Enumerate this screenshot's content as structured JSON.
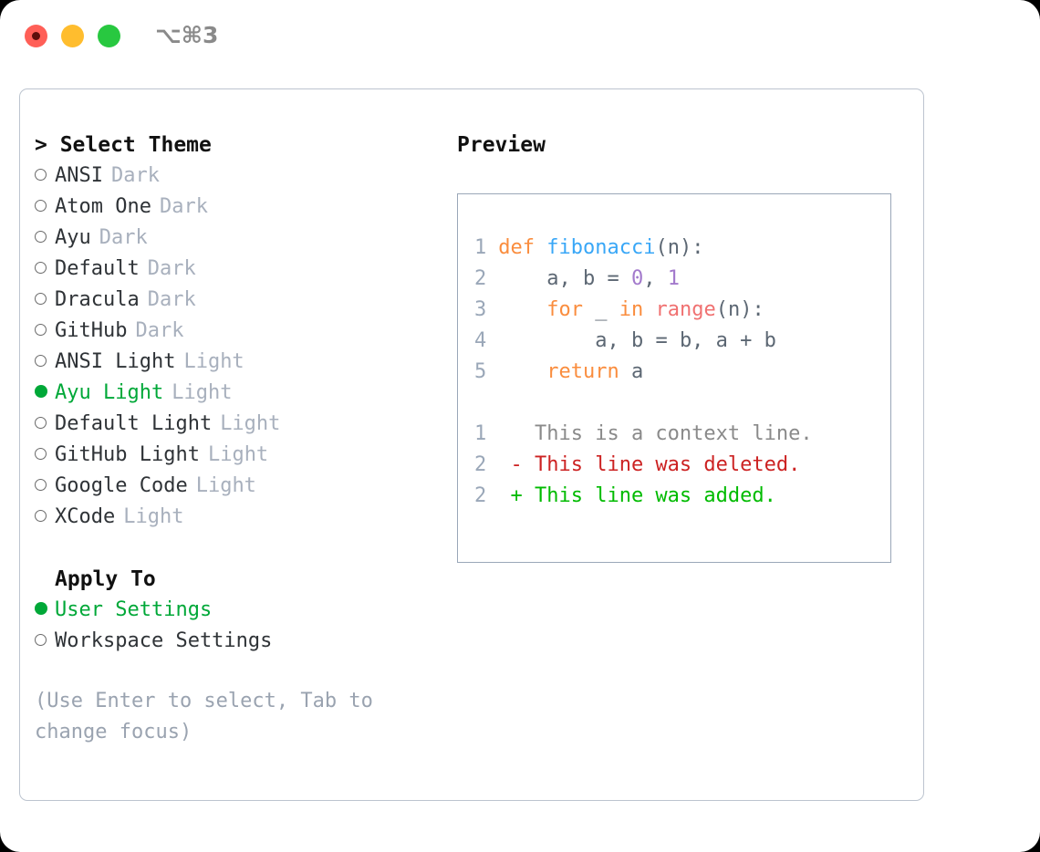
{
  "titlebar": {
    "shortcut": "⌥⌘3",
    "buttons": [
      "close",
      "minimize",
      "maximize"
    ]
  },
  "theme_picker": {
    "header": "> Select Theme",
    "options": [
      {
        "label": "ANSI",
        "tag": "Dark",
        "selected": false
      },
      {
        "label": "Atom One",
        "tag": "Dark",
        "selected": false
      },
      {
        "label": "Ayu",
        "tag": "Dark",
        "selected": false
      },
      {
        "label": "Default",
        "tag": "Dark",
        "selected": false
      },
      {
        "label": "Dracula",
        "tag": "Dark",
        "selected": false
      },
      {
        "label": "GitHub",
        "tag": "Dark",
        "selected": false
      },
      {
        "label": "ANSI Light",
        "tag": "Light",
        "selected": false
      },
      {
        "label": "Ayu Light",
        "tag": "Light",
        "selected": true
      },
      {
        "label": "Default Light",
        "tag": "Light",
        "selected": false
      },
      {
        "label": "GitHub Light",
        "tag": "Light",
        "selected": false
      },
      {
        "label": "Google Code",
        "tag": "Light",
        "selected": false
      },
      {
        "label": "XCode",
        "tag": "Light",
        "selected": false
      }
    ]
  },
  "apply_to": {
    "header": "Apply To",
    "options": [
      {
        "label": "User Settings",
        "selected": true
      },
      {
        "label": "Workspace Settings",
        "selected": false
      }
    ]
  },
  "hint": "(Use Enter to select, Tab to change focus)",
  "preview": {
    "header": "Preview",
    "code_lines": [
      {
        "num": "1",
        "tokens": [
          {
            "t": "def ",
            "c": "kw"
          },
          {
            "t": "fibonacci",
            "c": "fn"
          },
          {
            "t": "(n):",
            "c": "punc"
          }
        ]
      },
      {
        "num": "2",
        "tokens": [
          {
            "t": "    a, b ",
            "c": "var"
          },
          {
            "t": "= ",
            "c": "punc"
          },
          {
            "t": "0",
            "c": "num"
          },
          {
            "t": ", ",
            "c": "punc"
          },
          {
            "t": "1",
            "c": "num"
          }
        ]
      },
      {
        "num": "3",
        "tokens": [
          {
            "t": "    ",
            "c": "var"
          },
          {
            "t": "for ",
            "c": "kw"
          },
          {
            "t": "_ ",
            "c": "var"
          },
          {
            "t": "in ",
            "c": "kw"
          },
          {
            "t": "range",
            "c": "call"
          },
          {
            "t": "(n):",
            "c": "punc"
          }
        ]
      },
      {
        "num": "4",
        "tokens": [
          {
            "t": "        a, b ",
            "c": "var"
          },
          {
            "t": "= ",
            "c": "punc"
          },
          {
            "t": "b, a + b",
            "c": "var"
          }
        ]
      },
      {
        "num": "5",
        "tokens": [
          {
            "t": "    ",
            "c": "var"
          },
          {
            "t": "return ",
            "c": "kw"
          },
          {
            "t": "a",
            "c": "var"
          }
        ]
      }
    ],
    "diff_lines": [
      {
        "num": "1",
        "marker": "  ",
        "text": "This is a context line.",
        "kind": "ctx"
      },
      {
        "num": "2",
        "marker": "- ",
        "text": "This line was deleted.",
        "kind": "del"
      },
      {
        "num": "2",
        "marker": "+ ",
        "text": "This line was added.",
        "kind": "add"
      }
    ]
  },
  "colors": {
    "accent_green": "#00a838",
    "tag_gray": "#a8b0bd",
    "hint_gray": "#9aa3b0",
    "panel_border": "#9aa7b8",
    "card_border": "#bcc4cf",
    "kw": "#fa8d3e",
    "fn": "#39a7f7",
    "num": "#a37acc",
    "call": "#f07171",
    "var": "#5c6773",
    "diff_del": "#cc2222",
    "diff_add": "#00bb00"
  }
}
